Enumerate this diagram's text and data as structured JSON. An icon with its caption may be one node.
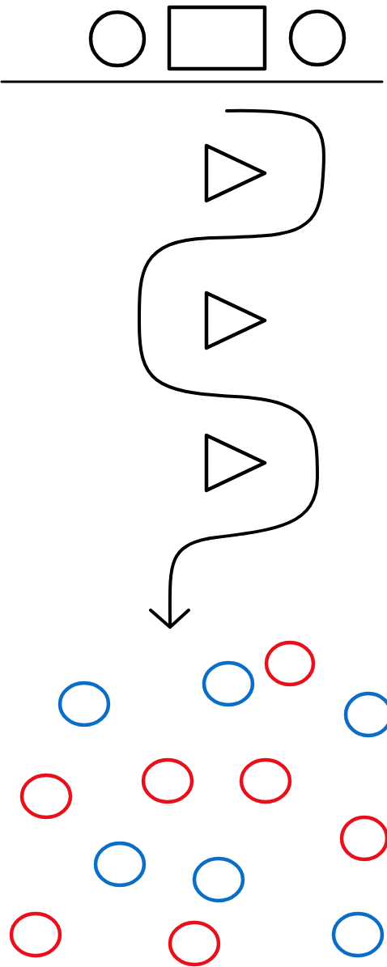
{
  "diagram": {
    "nodes": [
      {
        "text": [],
        "shape": "circle"
      },
      {
        "text": [],
        "shape": "box"
      },
      {
        "text": [],
        "shape": "circle"
      },
      {
        "text": [],
        "shape": "triangle"
      },
      {
        "text": [],
        "shape": "triangle"
      },
      {
        "text": [],
        "shape": "triangle"
      },
      {
        "text": [],
        "shape": "circle"
      },
      {
        "text": [],
        "shape": "circle"
      },
      {
        "text": [],
        "shape": "circle"
      },
      {
        "text": [],
        "shape": "circle"
      },
      {
        "text": [],
        "shape": "circle"
      },
      {
        "text": [],
        "shape": "circle"
      },
      {
        "text": [],
        "shape": "circle"
      },
      {
        "text": [],
        "shape": "circle"
      },
      {
        "text": [],
        "shape": "circle"
      },
      {
        "text": [],
        "shape": "circle"
      },
      {
        "text": [],
        "shape": "circle"
      },
      {
        "text": [],
        "shape": "circle"
      },
      {
        "text": [],
        "shape": "circle"
      }
    ]
  }
}
